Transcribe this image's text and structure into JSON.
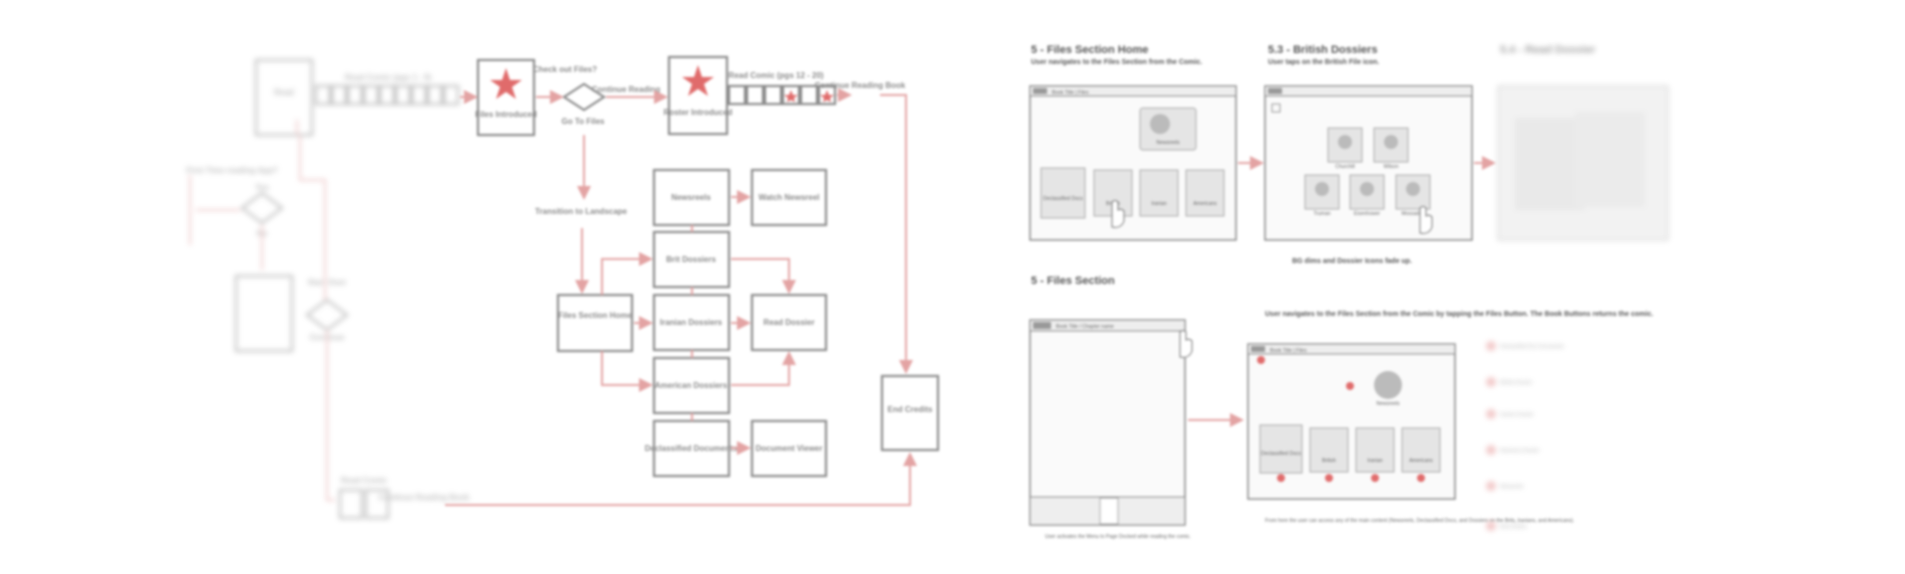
{
  "flow": {
    "read_comic_1": "Read Comic (pgs 1 - 9)",
    "first_time_reading": "First Time reading App?",
    "yes": "Yes",
    "no": "No",
    "start_over": "Start Over",
    "continue": "Continue",
    "files_introduced": "Files Introduced",
    "check_out_files": "Check out Files?",
    "go_to_files": "Go To Files",
    "continue_reading": "Continue Reading",
    "roster_introduced": "Roster Introduced",
    "read_comic_2": "Read Comic (pgs 12 - 20)",
    "continue_reading_book": "Continue Reading Book",
    "transition_landscape": "Transition to Landscape",
    "files_section_home": "Files Section Home",
    "newsreels": "Newsreels",
    "watch_newsreel": "Watch Newsreel",
    "brit_dossiers": "Brit Dossiers",
    "iranian_dossiers": "Iranian Dossiers",
    "read_dossier": "Read Dossier",
    "american_dossiers": "American Dossiers",
    "declassified_documents": "Declassified Documents",
    "document_viewer": "Document Viewer",
    "end_credits": "End Credits",
    "read_comic_3": "Read Comic",
    "continue_reading_book_2": "Continue Reading Book"
  },
  "wireframes": {
    "sec1_title": "5 - Files Section Home",
    "sec1_note": "User navigates to the Files Section from the Comic.",
    "sec2_title": "5.3 - British Dossiers",
    "sec2_note": "User taps on the British File icon.",
    "sec3_title": "5.4 - Read Dossier",
    "bg_note": "BG dims and Dossier Icons fade up.",
    "sec4_title": "5 - Files Section",
    "sec4_note": "User navigates to the Files Section from the Comic by tapping the Files Button. The Book Buttons returns the comic.",
    "bottom_note": "From here the user can access any of the main content (Newsreels, Declassified Docs, and Dossiers on the Brits, Iranians, and Americans).",
    "left_bottom_note": "User activates the Menu to Page Docked while reading the comic.",
    "header_path": "Book Title | Files",
    "header_path_2": "Book Title / Chapter name",
    "newsreels": "Newsreels",
    "declassified": "Declassified Docs",
    "british": "British",
    "iranian": "Iranian",
    "american": "Americans",
    "agents": [
      "Churchill",
      "Wilson",
      "Truman",
      "Eisenhower",
      "Mossadeq"
    ]
  },
  "annotations": [
    "Declassified Doc Documents",
    "British Dossier",
    "Iranian Dossier",
    "American Dossier",
    "Newsreels",
    "Back Button"
  ],
  "colors": {
    "accent": "#e06b6b",
    "edge": "#e3a3a3",
    "box": "#8a8a8a"
  }
}
